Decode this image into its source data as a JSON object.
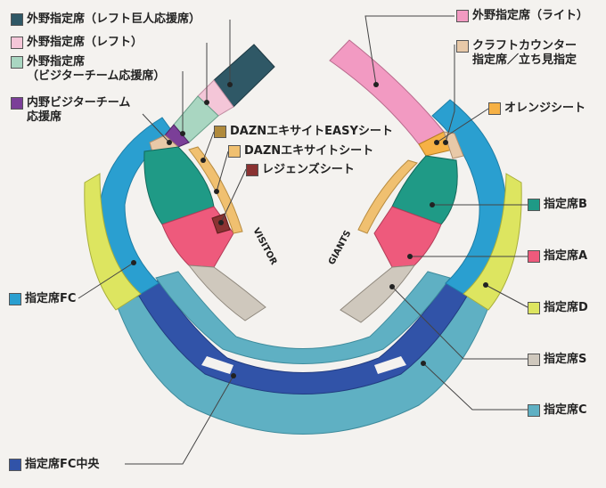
{
  "legend": {
    "outfield_left_giants": {
      "label": "外野指定席（レフト巨人応援席）",
      "color": "#2f5866"
    },
    "outfield_left": {
      "label": "外野指定席（レフト）",
      "color": "#f4c6d8"
    },
    "outfield_visitor": {
      "label": "外野指定席",
      "sub": "（ビジターチーム応援席）",
      "color": "#a9d6c1"
    },
    "infield_visitor": {
      "label": "内野ビジターチーム",
      "sub": "応援席",
      "color": "#7b3f98"
    },
    "dazn_easy": {
      "label": "DAZNエキサイトEASYシート",
      "color": "#b08a3c"
    },
    "dazn_excite": {
      "label": "DAZNエキサイトシート",
      "color": "#f0c070"
    },
    "legends": {
      "label": "レジェンズシート",
      "color": "#8a3232"
    },
    "outfield_right": {
      "label": "外野指定席（ライト）",
      "color": "#f29ac2"
    },
    "craft_counter": {
      "label": "クラフトカウンター",
      "sub": "指定席／立ち見指定",
      "color": "#e8c9a8"
    },
    "orange": {
      "label": "オレンジシート",
      "color": "#f6b145"
    },
    "seat_b": {
      "label": "指定席B",
      "color": "#1f9a86"
    },
    "seat_a": {
      "label": "指定席A",
      "color": "#ee5a7c"
    },
    "seat_d": {
      "label": "指定席D",
      "color": "#dde560"
    },
    "seat_s": {
      "label": "指定席S",
      "color": "#cfc8bd"
    },
    "seat_c": {
      "label": "指定席C",
      "color": "#5fb0c3"
    },
    "seat_fc": {
      "label": "指定席FC",
      "color": "#2a9fd0"
    },
    "seat_fc_center": {
      "label": "指定席FC中央",
      "color": "#3153a8"
    }
  },
  "dugouts": {
    "visitor": "VISITOR",
    "home": "GIANTS"
  }
}
